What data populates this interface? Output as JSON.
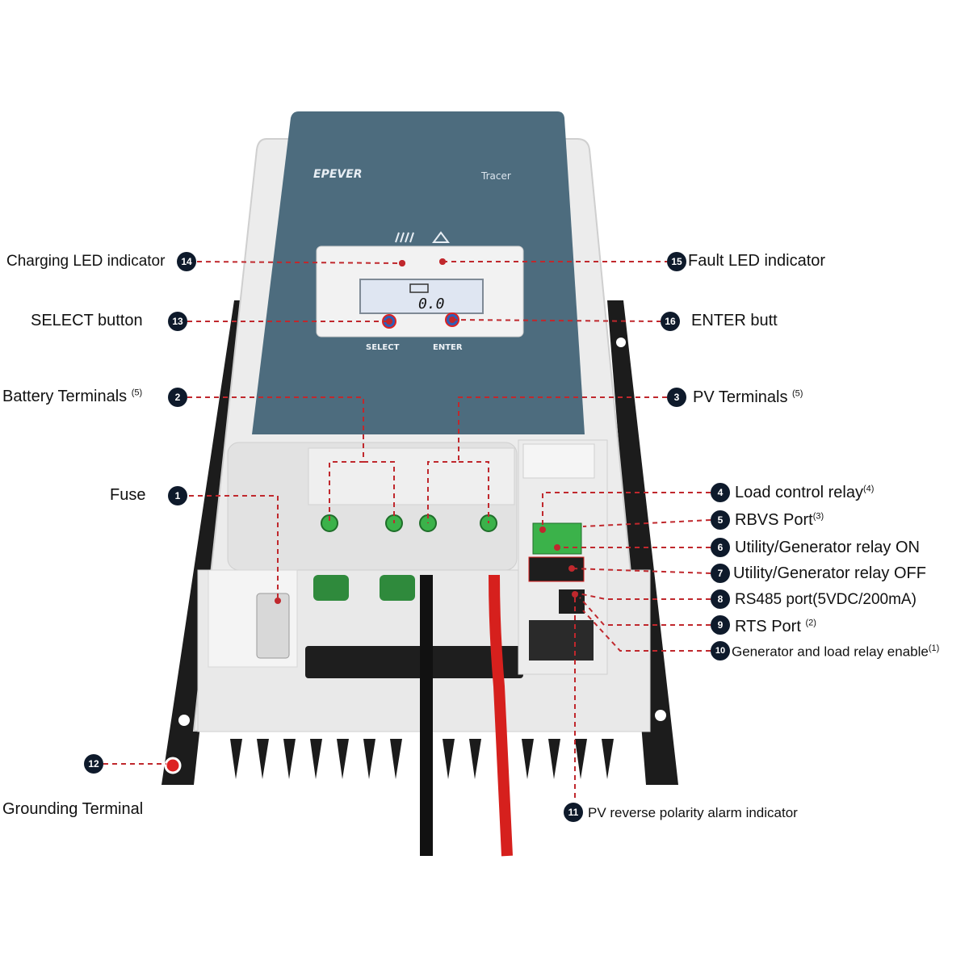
{
  "device": {
    "brand": "EPEVER",
    "model": "Tracer",
    "display_reading": "0.0",
    "select_label": "SELECT",
    "enter_label": "ENTER"
  },
  "callouts": [
    {
      "num": "14",
      "text": "Charging LED indicator",
      "sup": ""
    },
    {
      "num": "15",
      "text": "Fault LED indicator",
      "sup": ""
    },
    {
      "num": "13",
      "text": "SELECT button",
      "sup": ""
    },
    {
      "num": "16",
      "text": "ENTER butt",
      "sup": ""
    },
    {
      "num": "2",
      "text": "Battery Terminals",
      "sup": "(5)"
    },
    {
      "num": "3",
      "text": "PV Terminals",
      "sup": "(5)"
    },
    {
      "num": "1",
      "text": "Fuse",
      "sup": ""
    },
    {
      "num": "4",
      "text": "Load control relay",
      "sup": "(4)"
    },
    {
      "num": "5",
      "text": "RBVS Port",
      "sup": "(3)"
    },
    {
      "num": "6",
      "text": "Utility/Generator relay ON",
      "sup": ""
    },
    {
      "num": "7",
      "text": "Utility/Generator relay OFF",
      "sup": ""
    },
    {
      "num": "8",
      "text": "RS485 port(5VDC/200mA)",
      "sup": ""
    },
    {
      "num": "9",
      "text": "RTS Port",
      "sup": "(2)"
    },
    {
      "num": "10",
      "text": "Generator and load relay enable",
      "sup": "(1)"
    },
    {
      "num": "12",
      "text": "Grounding Terminal",
      "sup": ""
    },
    {
      "num": "11",
      "text": "PV reverse polarity alarm indicator",
      "sup": ""
    }
  ],
  "colors": {
    "front_panel": "#4d6c7e",
    "housing": "#e6e6e6",
    "heatsink": "#1b1b1b",
    "leader_line": "#c0282d",
    "badge": "#0e1a2b",
    "terminal_green": "#3bb24a",
    "lcd": "#dfe6f2"
  }
}
